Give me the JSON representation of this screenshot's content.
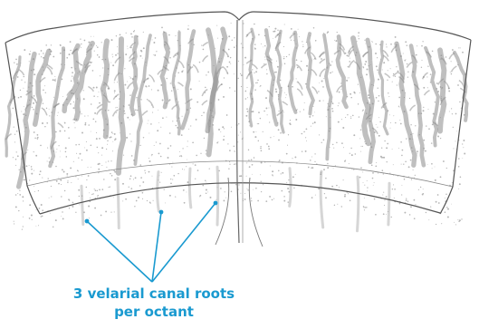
{
  "annotation": {
    "line1": "3 velarial canal roots",
    "line2": "per octant",
    "color": "#1a9ad0"
  },
  "illustration": {
    "subject": "velarium-octant-drawing",
    "ink_color": "#555555",
    "canal_color": "#8a8a8a",
    "stipple_color": "#b5b5b5"
  }
}
